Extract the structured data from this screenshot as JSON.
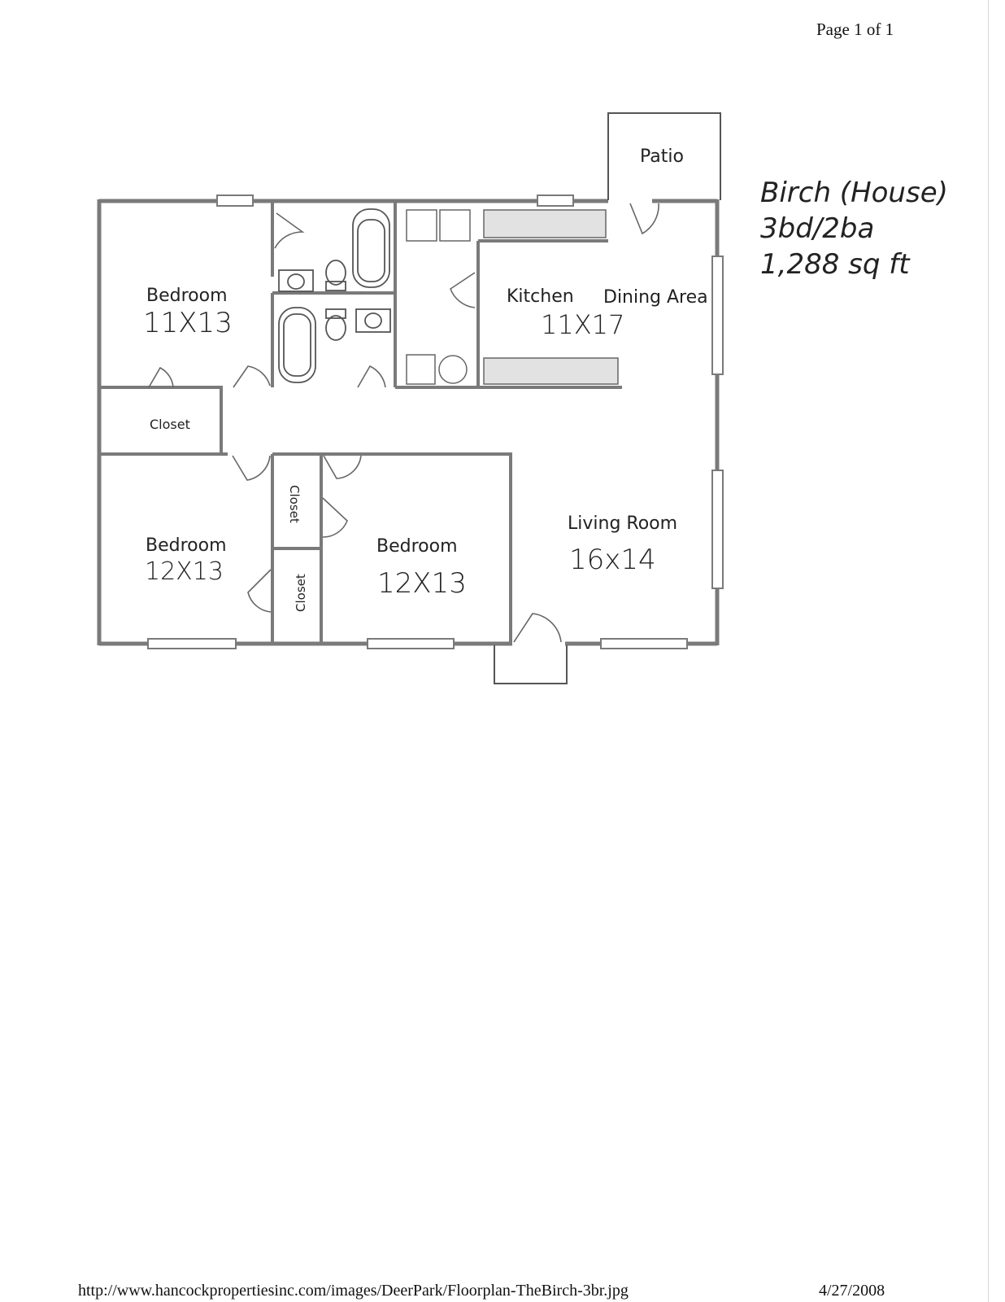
{
  "header": {
    "page_label": "Page 1 of 1"
  },
  "rooms": {
    "patio": "Patio",
    "bedroom_top_left": {
      "name": "Bedroom",
      "size": "11X13"
    },
    "kitchen": {
      "name": "Kitchen",
      "size": "11X17"
    },
    "dining": "Dining Area",
    "closet_hall": "Closet",
    "closet_upper": "Closet",
    "closet_lower": "Closet",
    "bedroom_bottom_left": {
      "name": "Bedroom",
      "size": "12X13"
    },
    "bedroom_bottom_mid": {
      "name": "Bedroom",
      "size": "12X13"
    },
    "living": {
      "name": "Living Room",
      "size": "16x14"
    }
  },
  "notes": {
    "line1": "Birch (House)",
    "line2": "3bd/2ba",
    "line3": "1,288 sq ft"
  },
  "footer": {
    "url": "http://www.hancockpropertiesinc.com/images/DeerPark/Floorplan-TheBirch-3br.jpg",
    "date": "4/27/2008"
  },
  "colors": {
    "wall": "#7a7a7a",
    "fixture": "#555555",
    "counter": "#c9c9c9"
  }
}
